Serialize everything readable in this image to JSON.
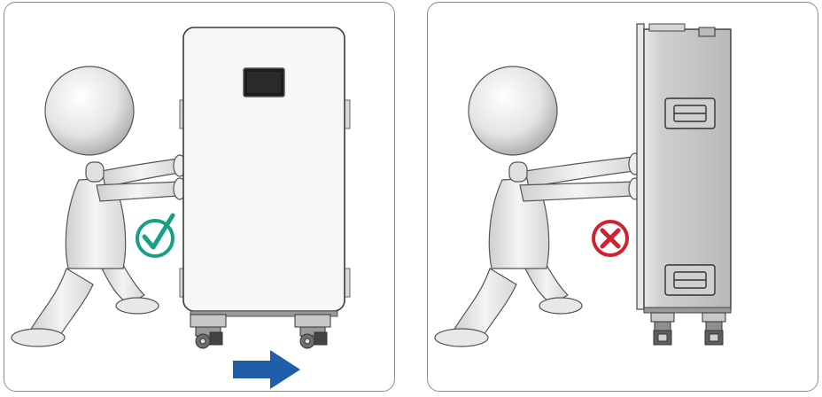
{
  "panels": [
    {
      "id": "correct",
      "status": "correct",
      "description_icon": "check-circle-icon",
      "arrow": "right-arrow-icon"
    },
    {
      "id": "incorrect",
      "status": "incorrect",
      "description_icon": "x-circle-icon"
    }
  ],
  "colors": {
    "check": "#16a085",
    "cross": "#d0212e",
    "arrow": "#1f5ea8",
    "cabinet_front": "#f6f7f9",
    "cabinet_side": "#c9c9c9",
    "outline": "#3a3a3a",
    "figure": "#e9e9e9"
  }
}
